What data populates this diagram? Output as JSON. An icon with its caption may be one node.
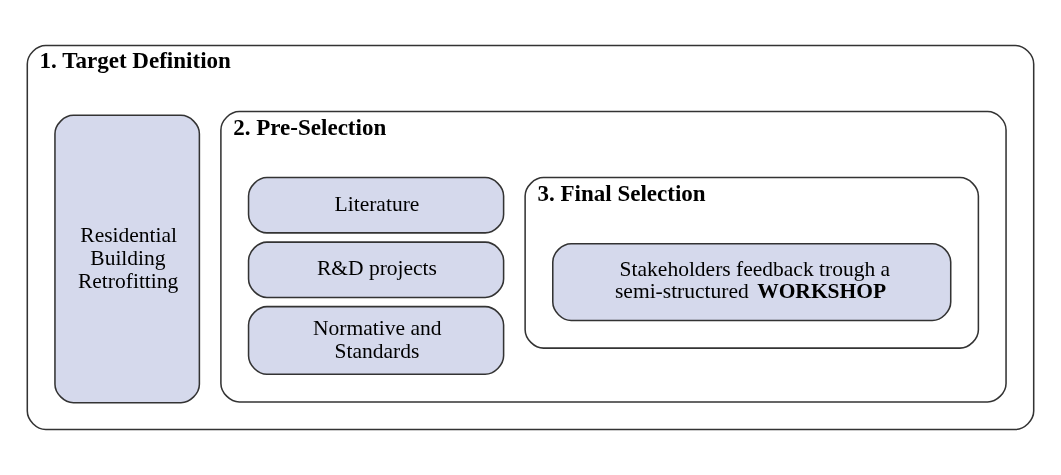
{
  "diagram": {
    "nodes": [
      {
        "text": [
          "1. Target Definition"
        ]
      },
      {
        "text": [
          "Residential Building Retrofitting"
        ],
        "in": 0
      },
      {
        "text": [
          "2. Pre-Selection"
        ],
        "in": 0
      },
      {
        "text": [
          "Literature"
        ],
        "in": 2
      },
      {
        "text": [
          "R&D projects"
        ],
        "in": 2
      },
      {
        "text": [
          "Normative and Standards"
        ],
        "in": 2
      },
      {
        "text": [
          "3. Final Selection"
        ],
        "in": 2
      },
      {
        "text": [
          "Stakeholders feedback trough a semi-structured **WORKSHOP**"
        ],
        "in": 6
      }
    ]
  }
}
